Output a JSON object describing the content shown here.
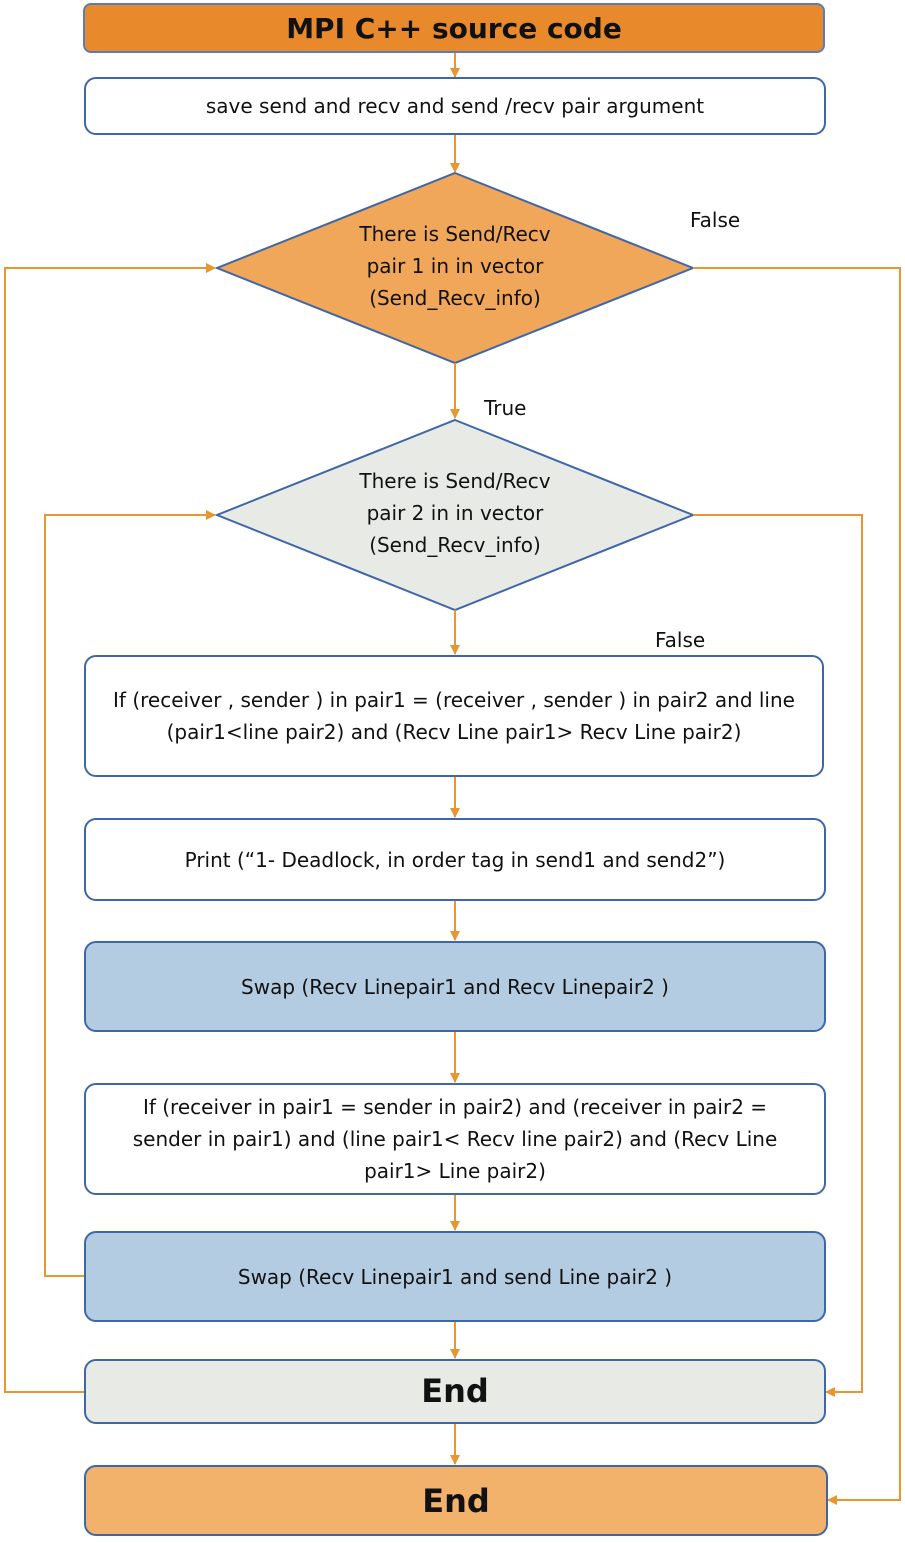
{
  "nodes": {
    "title": "MPI C++ source code",
    "save_args": "save send and recv and  send /recv pair argument",
    "decision1": [
      "There is Send/Recv",
      "pair 1 in in vector",
      "(Send_Recv_info)"
    ],
    "decision2": [
      "There is Send/Recv",
      "pair 2 in in vector",
      "(Send_Recv_info)"
    ],
    "condition1": [
      "If (receiver , sender ) in pair1 = (receiver , sender ) in pair2 and line",
      "(pair1<line pair2) and (Recv Line pair1> Recv Line pair2)"
    ],
    "print_deadlock": "Print (“1- Deadlock, in order tag in send1 and send2”)",
    "swap1": "Swap (Recv Linepair1 and Recv Linepair2 )",
    "condition2": [
      "If  (receiver  in pair1 = sender in pair2) and (receiver  in pair2 =",
      "sender in pair1) and (line pair1< Recv line pair2) and (Recv Line",
      "pair1> Line pair2)"
    ],
    "swap2": "Swap (Recv Linepair1 and send Line pair2 )",
    "end_inner": "End",
    "end_outer": "End"
  },
  "edge_labels": {
    "d1_false": "False",
    "d1_true": "True",
    "d2_false": "False"
  },
  "colors": {
    "arrow": "#e8962f",
    "box_border": "#3f67a8",
    "title_fill": "#e88a2c",
    "decision1_fill": "#f0a75a",
    "decision2_fill": "#e8eae6",
    "swap_fill": "#b4cce2",
    "end_inner_fill": "#e8eae6",
    "end_outer_fill": "#f2b26c"
  }
}
